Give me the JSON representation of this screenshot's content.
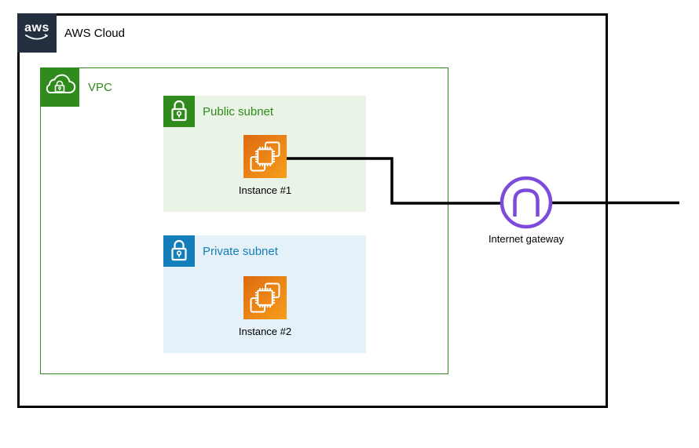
{
  "aws_cloud": {
    "label": "AWS Cloud",
    "logo_text": "aws"
  },
  "vpc": {
    "label": "VPC"
  },
  "public_subnet": {
    "label": "Public subnet",
    "instance_label": "Instance #1"
  },
  "private_subnet": {
    "label": "Private subnet",
    "instance_label": "Instance #2"
  },
  "internet_gateway": {
    "label": "Internet gateway"
  },
  "icons": {
    "aws-logo-icon": "aws wordmark with smile swoosh on dark navy square",
    "vpc-icon": "white cloud with padlock on green square",
    "public-subnet-lock-icon": "white padlock on green square",
    "private-subnet-lock-icon": "white padlock on blue square",
    "ec2-instance-icon": "white cpu chip with overlapping frames on orange gradient square",
    "internet-gateway-icon": "purple circle outline with arch glyph"
  },
  "colors": {
    "aws_dark_navy": "#232F3E",
    "vpc_green": "#2E8B1C",
    "public_subnet_fill": "#E9F3E6",
    "private_blue": "#147EBA",
    "private_subnet_fill": "#E4F1F9",
    "instance_orange_start": "#DD6B10",
    "instance_orange_end": "#F89D1C",
    "gateway_purple": "#7D4BDB",
    "connector_line": "#000000"
  }
}
